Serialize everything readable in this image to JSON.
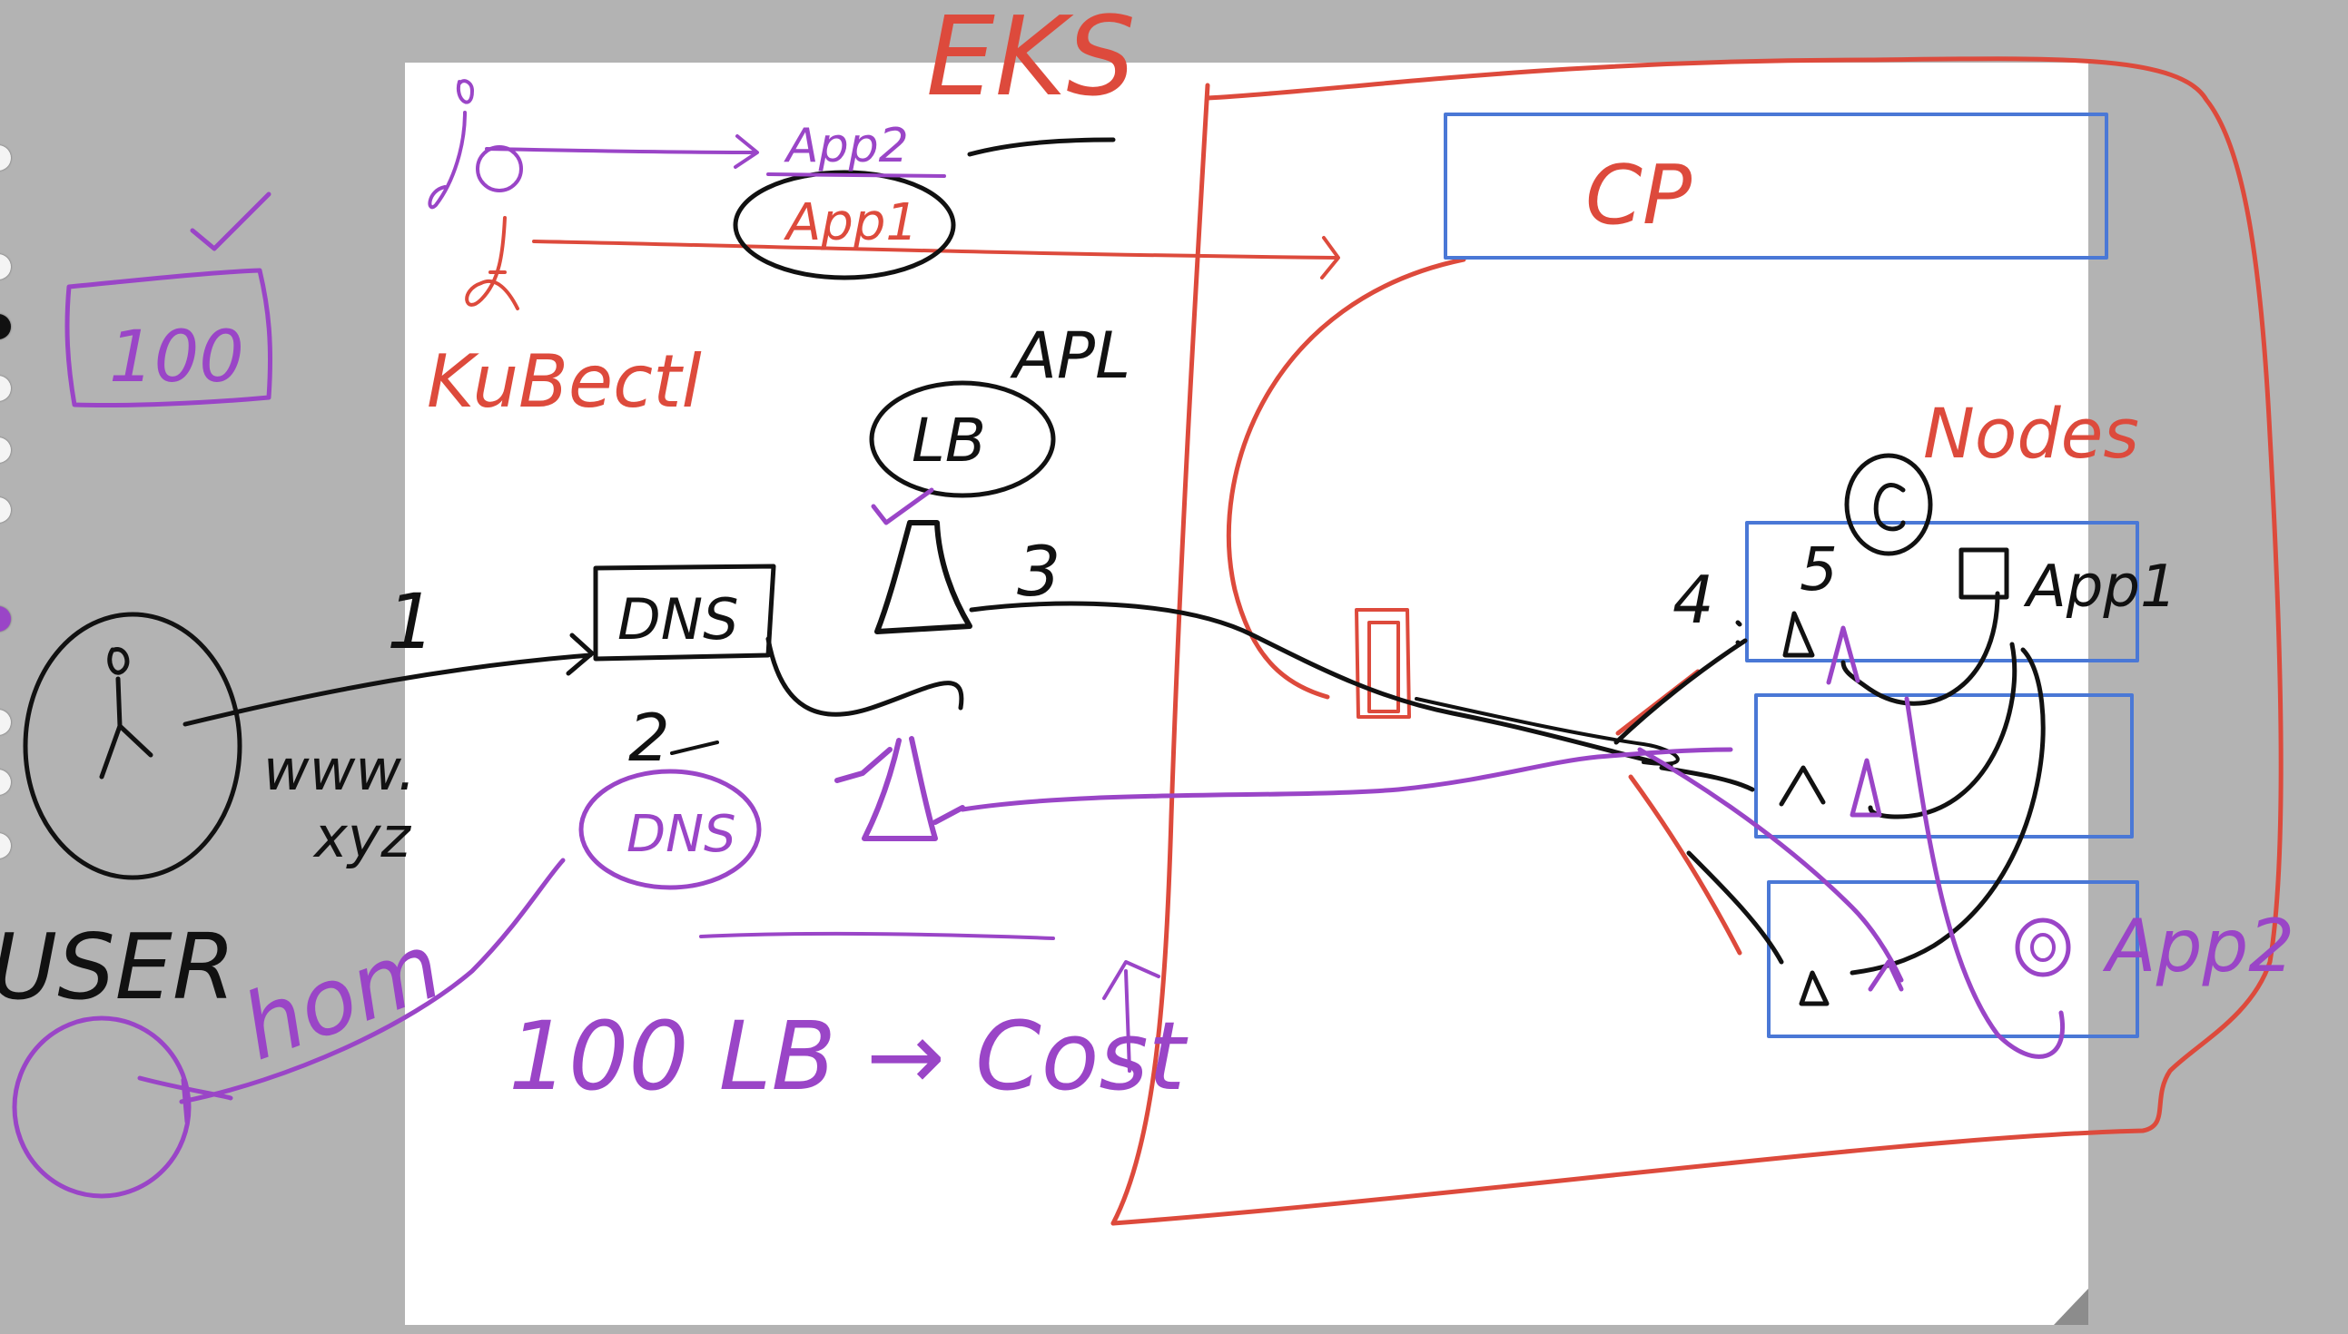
{
  "colors": {
    "red": "#dd4a3c",
    "purple": "#9a45c7",
    "black": "#111111",
    "blue": "#4a78d6",
    "canvas": "#ffffff",
    "background": "#b3b3b3"
  },
  "tools": [
    {
      "name": "tool-dot-1",
      "color": "#f4f4f4"
    },
    {
      "name": "tool-dot-2",
      "color": "#f4f4f4"
    },
    {
      "name": "tool-dot-black",
      "color": "#111111"
    },
    {
      "name": "tool-dot-3",
      "color": "#f4f4f4"
    },
    {
      "name": "tool-dot-4",
      "color": "#f4f4f4"
    },
    {
      "name": "tool-dot-5",
      "color": "#f4f4f4"
    },
    {
      "name": "tool-dot-purple",
      "color": "#9a45c7"
    },
    {
      "name": "tool-dot-6",
      "color": "#f4f4f4"
    },
    {
      "name": "tool-dot-7",
      "color": "#f4f4f4"
    },
    {
      "name": "tool-dot-8",
      "color": "#f4f4f4"
    }
  ],
  "labels": {
    "eks": "EKS",
    "app2_top": "App2",
    "app1_top": "App1",
    "kubectl": "KuBectl",
    "cp": "CP",
    "apl": "APL",
    "lb": "LB",
    "dns": "DNS",
    "dns_purple": "DNS",
    "step1": "1",
    "step2": "2",
    "step3": "3",
    "step4": "4",
    "step5": "5",
    "www": "www.",
    "xyz": "xyz",
    "user": "USER",
    "hundred": "100",
    "hom": "hom",
    "cost_line": "100 LB → Cost",
    "nodes": "Nodes",
    "app1_node": "App1",
    "app2_node": "App2"
  }
}
